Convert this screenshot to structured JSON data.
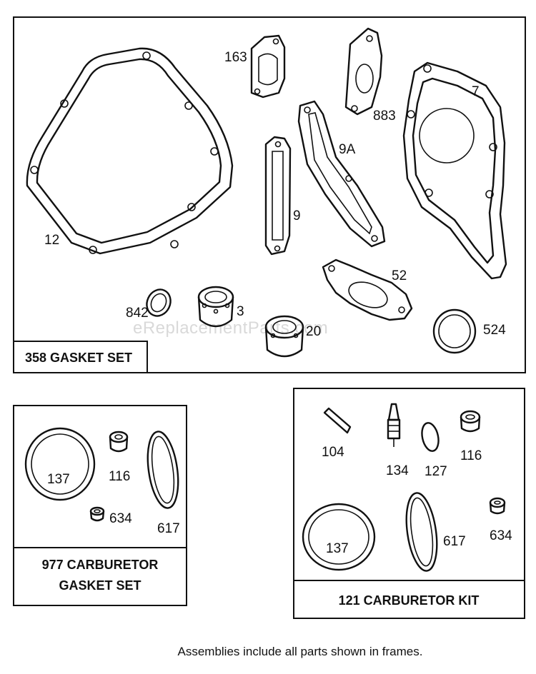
{
  "watermark": "eReplacementParts.com",
  "footnote": "Assemblies include all parts shown in frames.",
  "frames": {
    "gasket_set": {
      "title": "358 GASKET SET"
    },
    "carb_gasket_set": {
      "title_line1": "977 CARBURETOR",
      "title_line2": "GASKET SET"
    },
    "carb_kit": {
      "title": "121 CARBURETOR KIT"
    }
  },
  "labels": {
    "p12": "12",
    "p163": "163",
    "p883": "883",
    "p7": "7",
    "p9a": "9A",
    "p9": "9",
    "p52": "52",
    "p842": "842",
    "p3": "3",
    "p20": "20",
    "p524": "524",
    "carb_gasket_137": "137",
    "carb_gasket_116": "116",
    "carb_gasket_634": "634",
    "carb_gasket_617": "617",
    "kit_104": "104",
    "kit_134": "134",
    "kit_127": "127",
    "kit_116": "116",
    "kit_137": "137",
    "kit_617": "617",
    "kit_634": "634"
  }
}
